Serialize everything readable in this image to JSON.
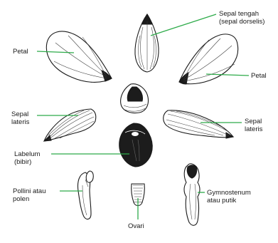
{
  "labels": {
    "sepal_dorsal": {
      "line1": "Sepal tengah",
      "line2": "(sepal dorselis)"
    },
    "petal_left": "Petal",
    "petal_right": "Petal",
    "sepal_lateral_left": {
      "line1": "Sepal",
      "line2": "lateris"
    },
    "sepal_lateral_right": {
      "line1": "Sepal",
      "line2": "lateris"
    },
    "labellum": {
      "line1": "Labelum",
      "line2": "(bibir)"
    },
    "pollinia": {
      "line1": "Pollini atau",
      "line2": "polen"
    },
    "ovary": "Ovari",
    "gymnostemium": {
      "line1": "Gymnostenum",
      "line2": "atau putik"
    }
  },
  "colors": {
    "leader_line": "#2eab4a",
    "outline": "#1a1a1a",
    "hatch": "#444444",
    "fill_dark": "#1c1c1c"
  }
}
